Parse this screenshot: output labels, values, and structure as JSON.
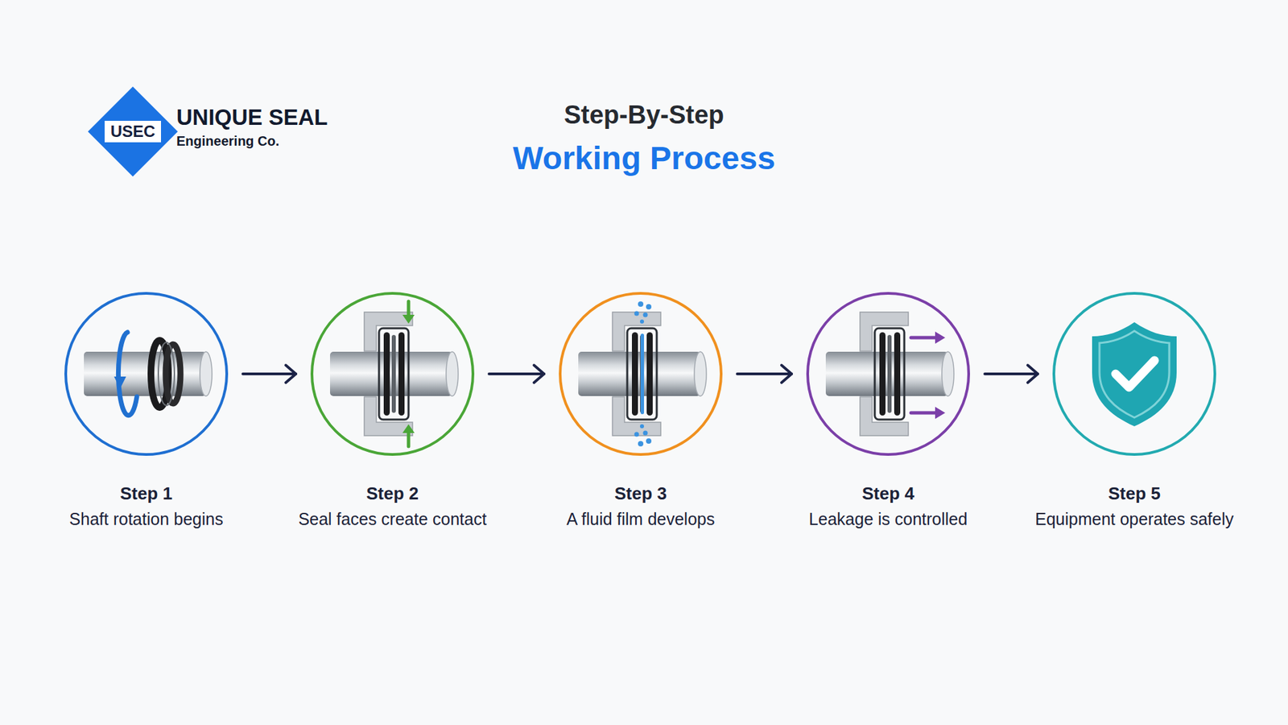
{
  "diagram": {
    "title": "Working Process",
    "nodes": [
      {
        "text": [
          "USEC"
        ]
      },
      {
        "text": [
          "Step 1",
          "Shaft rotation begins"
        ]
      },
      {
        "text": [
          "Step 2",
          "Seal faces create contact"
        ]
      },
      {
        "text": [
          "Step 3",
          "A fluid film develops"
        ]
      },
      {
        "text": [
          "Step 4",
          "Leakage is controlled"
        ]
      },
      {
        "text": [
          "Step 5",
          "Equipment operates safely"
        ]
      }
    ],
    "edges": [
      {
        "from": 1,
        "to": 2,
        "arrow": "to"
      },
      {
        "from": 2,
        "to": 3,
        "arrow": "to"
      },
      {
        "from": 3,
        "to": 4,
        "arrow": "to"
      },
      {
        "from": 4,
        "to": 5,
        "arrow": "to"
      }
    ],
    "labels": [
      "UNIQUE SEAL",
      "Engineering Co.",
      "Step-By-Step"
    ]
  }
}
